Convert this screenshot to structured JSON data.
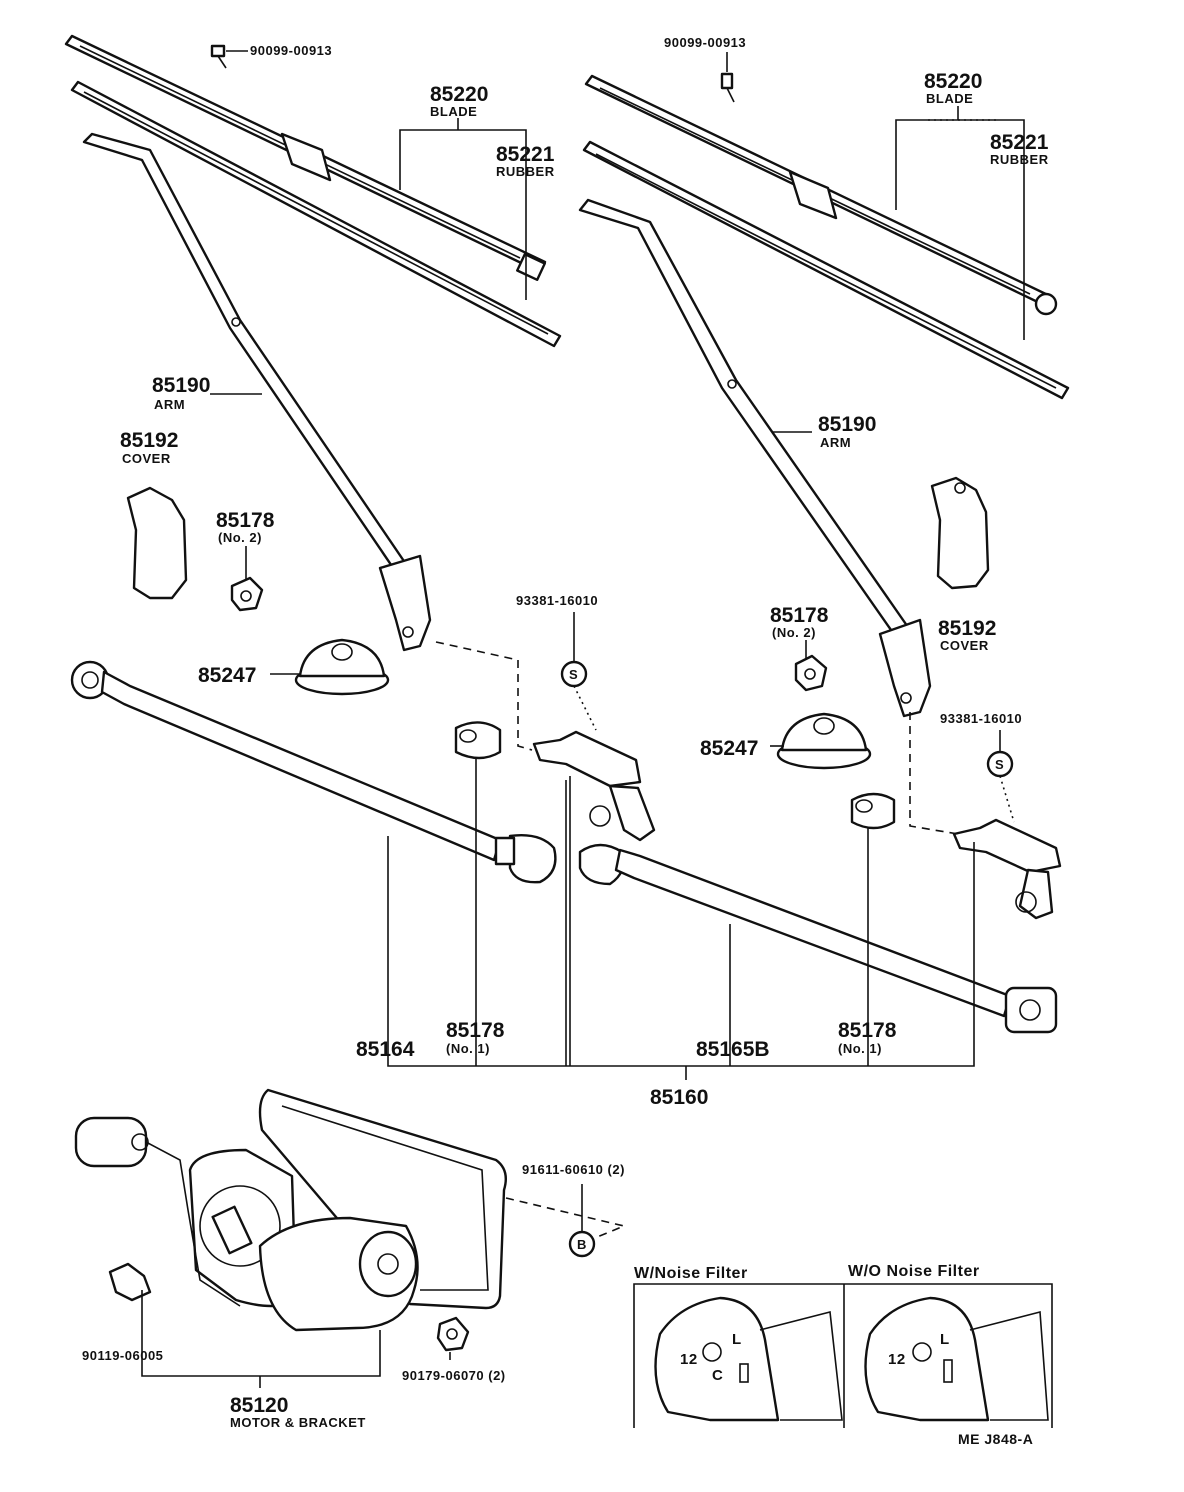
{
  "labels": {
    "bolt_left": "90099-00913",
    "bolt_right": "90099-00913",
    "blade_left_num": "85220",
    "blade_left_name": "BLADE",
    "rubber_left_num": "85221",
    "rubber_left_name": "RUBBER",
    "blade_right_num": "85220",
    "blade_right_name": "BLADE",
    "rubber_right_num": "85221",
    "rubber_right_name": "RUBBER",
    "arm_left_num": "85190",
    "arm_left_name": "ARM",
    "arm_right_num": "85190",
    "arm_right_name": "ARM",
    "cover_left_num": "85192",
    "cover_left_name": "COVER",
    "cover_right_num": "85192",
    "cover_right_name": "COVER",
    "nut_left_num": "85178",
    "nut_left_sub": "(No. 2)",
    "nut_right_num": "85178",
    "nut_right_sub": "(No. 2)",
    "cap_left": "85247",
    "cap_right": "85247",
    "clip_left": "93381-16010",
    "clip_right": "93381-16010",
    "s_mark": "S",
    "link_left": "85164",
    "bush_left_num": "85178",
    "bush_left_sub": "(No. 1)",
    "link_right": "85165B",
    "bush_right_num": "85178",
    "bush_right_sub": "(No. 1)",
    "link_assy": "85160",
    "bolt_motor": "91611-60610 (2)",
    "b_mark": "B",
    "grommet": "90119-06005",
    "nut_motor": "90179-06070 (2)",
    "motor_num": "85120",
    "motor_name": "MOTOR & BRACKET",
    "with_filter": "W/Noise Filter",
    "without_filter": "W/O  Noise  Filter",
    "term_12a": "12",
    "term_la": "L",
    "term_ca": "C",
    "term_12b": "12",
    "term_lb": "L",
    "code": "ME  J848-A"
  }
}
